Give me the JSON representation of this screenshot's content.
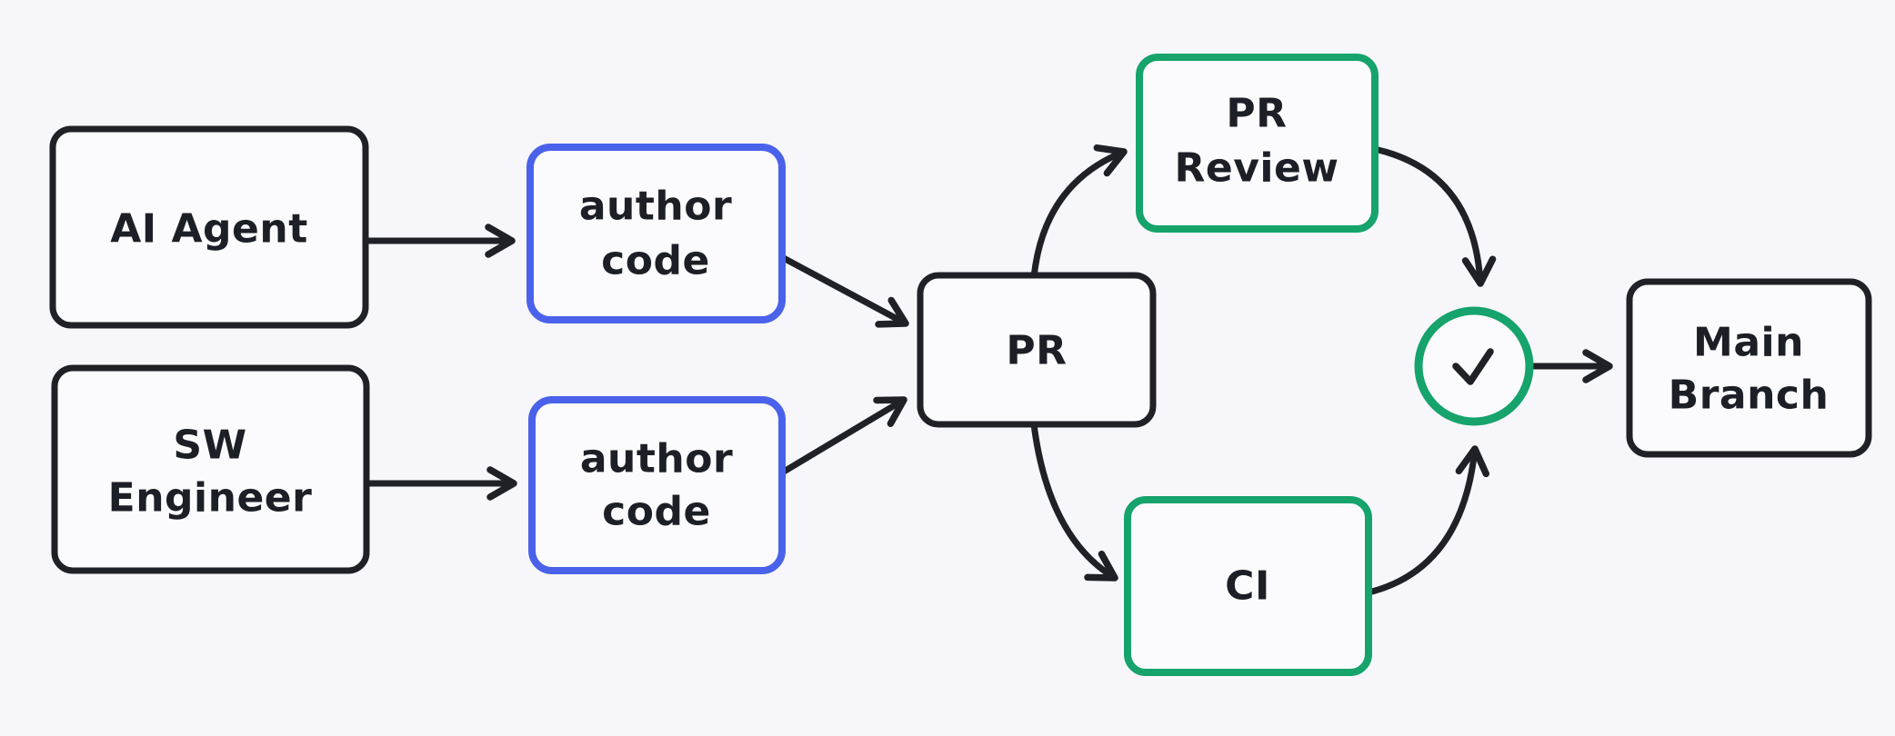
{
  "colors": {
    "background": "#f7f7fb",
    "ink": "#1f2127",
    "blue": "#4a62ea",
    "green": "#16a36c",
    "box_fill": "#fbfbfd",
    "text": "#1d1f26"
  },
  "nodes": {
    "ai_agent": {
      "label": "AI Agent",
      "border": "black"
    },
    "sw_engineer": {
      "line1": "SW",
      "line2": "Engineer",
      "border": "black"
    },
    "author_code_top": {
      "line1": "author",
      "line2": "code",
      "border": "blue"
    },
    "author_code_bottom": {
      "line1": "author",
      "line2": "code",
      "border": "blue"
    },
    "pr": {
      "label": "PR",
      "border": "black"
    },
    "pr_review": {
      "line1": "PR",
      "line2": "Review",
      "border": "green"
    },
    "ci": {
      "label": "CI",
      "border": "green"
    },
    "approval_check": {
      "icon": "check-icon",
      "border": "green"
    },
    "main_branch": {
      "line1": "Main",
      "line2": "Branch",
      "border": "black"
    }
  },
  "edges": [
    {
      "from": "ai-agent",
      "to": "author-code-top"
    },
    {
      "from": "sw-engineer",
      "to": "author-code-bottom"
    },
    {
      "from": "author-code-top",
      "to": "pr"
    },
    {
      "from": "author-code-bottom",
      "to": "pr"
    },
    {
      "from": "pr",
      "to": "pr-review"
    },
    {
      "from": "pr",
      "to": "ci"
    },
    {
      "from": "pr-review",
      "to": "approval-check"
    },
    {
      "from": "ci",
      "to": "approval-check"
    },
    {
      "from": "approval-check",
      "to": "main-branch"
    }
  ]
}
